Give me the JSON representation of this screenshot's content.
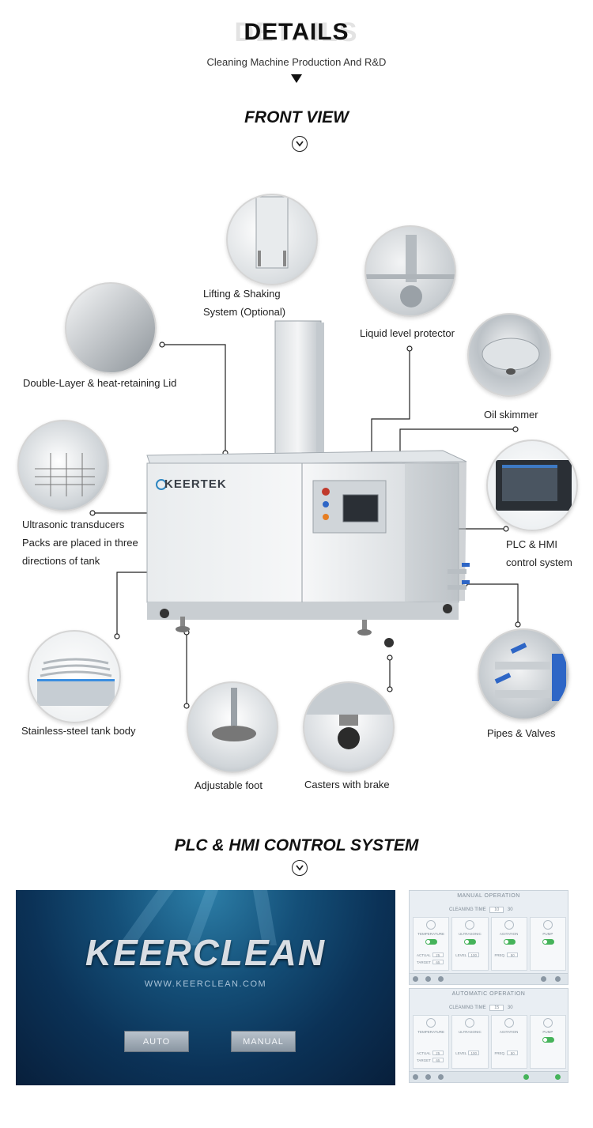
{
  "header": {
    "ghost": "DETAILS",
    "title": "DETAILS",
    "subtitle": "Cleaning Machine Production And R&D"
  },
  "front_view": {
    "title": "FRONT VIEW",
    "labels": {
      "lifting_1": "Lifting & Shaking",
      "lifting_2": "System (Optional)",
      "liquid_level": "Liquid level protector",
      "lid": "Double-Layer & heat-retaining Lid",
      "oil_skimmer": "Oil skimmer",
      "transducers_1": "Ultrasonic transducers",
      "transducers_2": "Packs are placed in three",
      "transducers_3": "directions of tank",
      "plc_1": "PLC & HMI",
      "plc_2": "control system",
      "tank_body": "Stainless-steel tank body",
      "pipes": "Pipes & Valves",
      "foot": "Adjustable foot",
      "casters": "Casters with brake"
    },
    "machine_brand": "KEERTEK"
  },
  "control_system": {
    "title": "PLC & HMI CONTROL SYSTEM",
    "splash": {
      "brand": "KEERCLEAN",
      "url": "WWW.KEERCLEAN.COM",
      "auto_button": "AUTO",
      "manual_button": "MANUAL"
    },
    "manual_screen": {
      "title": "MANUAL OPERATION",
      "cleaning_time_label": "CLEANING TIME",
      "cleaning_time_value": "10",
      "cleaning_time_set": "30",
      "cards": [
        {
          "label": "TEMPERATURE",
          "v1_label": "ACTUAL",
          "v1": "25",
          "v2_label": "TARGET",
          "v2": "65"
        },
        {
          "label": "ULTRASONIC",
          "v1_label": "LEVEL",
          "v1": "100",
          "v2_label": "",
          "v2": ""
        },
        {
          "label": "AGITATION",
          "v1_label": "FREQ.",
          "v1": "50",
          "v2_label": "",
          "v2": ""
        },
        {
          "label": "PUMP",
          "v1_label": "",
          "v1": "",
          "v2_label": "",
          "v2": ""
        }
      ]
    },
    "auto_screen": {
      "title": "AUTOMATIC OPERATION",
      "cleaning_time_label": "CLEANING TIME",
      "cleaning_time_value": "15",
      "cleaning_time_set": "30",
      "cards": [
        {
          "label": "TEMPERATURE",
          "v1_label": "ACTUAL",
          "v1": "25",
          "v2_label": "TARGET",
          "v2": "65"
        },
        {
          "label": "ULTRASONIC",
          "v1_label": "LEVEL",
          "v1": "100",
          "v2_label": "",
          "v2": ""
        },
        {
          "label": "AGITATION",
          "v1_label": "FREQ.",
          "v1": "50",
          "v2_label": "",
          "v2": ""
        },
        {
          "label": "PUMP",
          "v1_label": "",
          "v1": "",
          "v2_label": "",
          "v2": ""
        }
      ]
    }
  },
  "colors": {
    "text": "#222222",
    "steel": "#d9dde0",
    "panel_blue": "#0b3257",
    "hmi_bg": "#e9eef3",
    "toggle_green": "#45b35a"
  },
  "icons": [
    "chevron-down-circle-icon",
    "triangle-down-icon"
  ]
}
